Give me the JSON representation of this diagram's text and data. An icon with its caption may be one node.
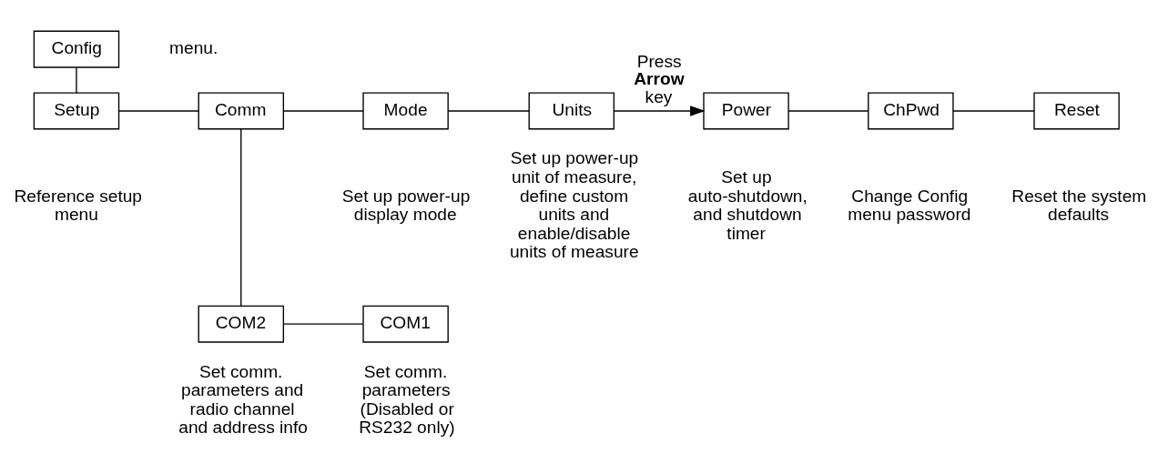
{
  "diagram": {
    "nodes": [
      {
        "text": [
          "Config"
        ]
      },
      {
        "text": [
          "Setup"
        ],
        "beside": [
          "Reference setup menu"
        ]
      },
      {
        "text": [
          "Comm"
        ]
      },
      {
        "text": [
          "Mode"
        ],
        "beside": [
          "Set up power-up display mode"
        ]
      },
      {
        "text": [
          "Units"
        ],
        "beside": [
          "Set up power-up unit of measure, define custom units and enable/disable units of measure"
        ]
      },
      {
        "text": [
          "Power"
        ],
        "beside": [
          "Set up auto-shutdown, and shutdown timer"
        ]
      },
      {
        "text": [
          "ChPwd"
        ],
        "beside": [
          "Change Config menu password"
        ]
      },
      {
        "text": [
          "Reset"
        ],
        "beside": [
          "Reset the system defaults"
        ]
      },
      {
        "text": [
          "COM2"
        ],
        "beside": [
          "Set comm. parameters and radio channel and address info"
        ]
      },
      {
        "text": [
          "COM1"
        ],
        "beside": [
          "Set comm. parameters (Disabled or RS232 only)"
        ]
      }
    ],
    "edges": [
      {
        "from": 0,
        "to": 1,
        "arrow": "none"
      },
      {
        "from": 1,
        "to": 2,
        "arrow": "none"
      },
      {
        "from": 2,
        "to": 3,
        "arrow": "none"
      },
      {
        "from": 3,
        "to": 4,
        "arrow": "none"
      },
      {
        "from": 4,
        "to": 5,
        "arrow": "to",
        "label": "Press **Arrow** key"
      },
      {
        "from": 5,
        "to": 6,
        "arrow": "none"
      },
      {
        "from": 6,
        "to": 7,
        "arrow": "none"
      },
      {
        "from": 2,
        "to": 8,
        "arrow": "none"
      },
      {
        "from": 8,
        "to": 9,
        "arrow": "none"
      }
    ],
    "labels": [
      "menu."
    ]
  }
}
